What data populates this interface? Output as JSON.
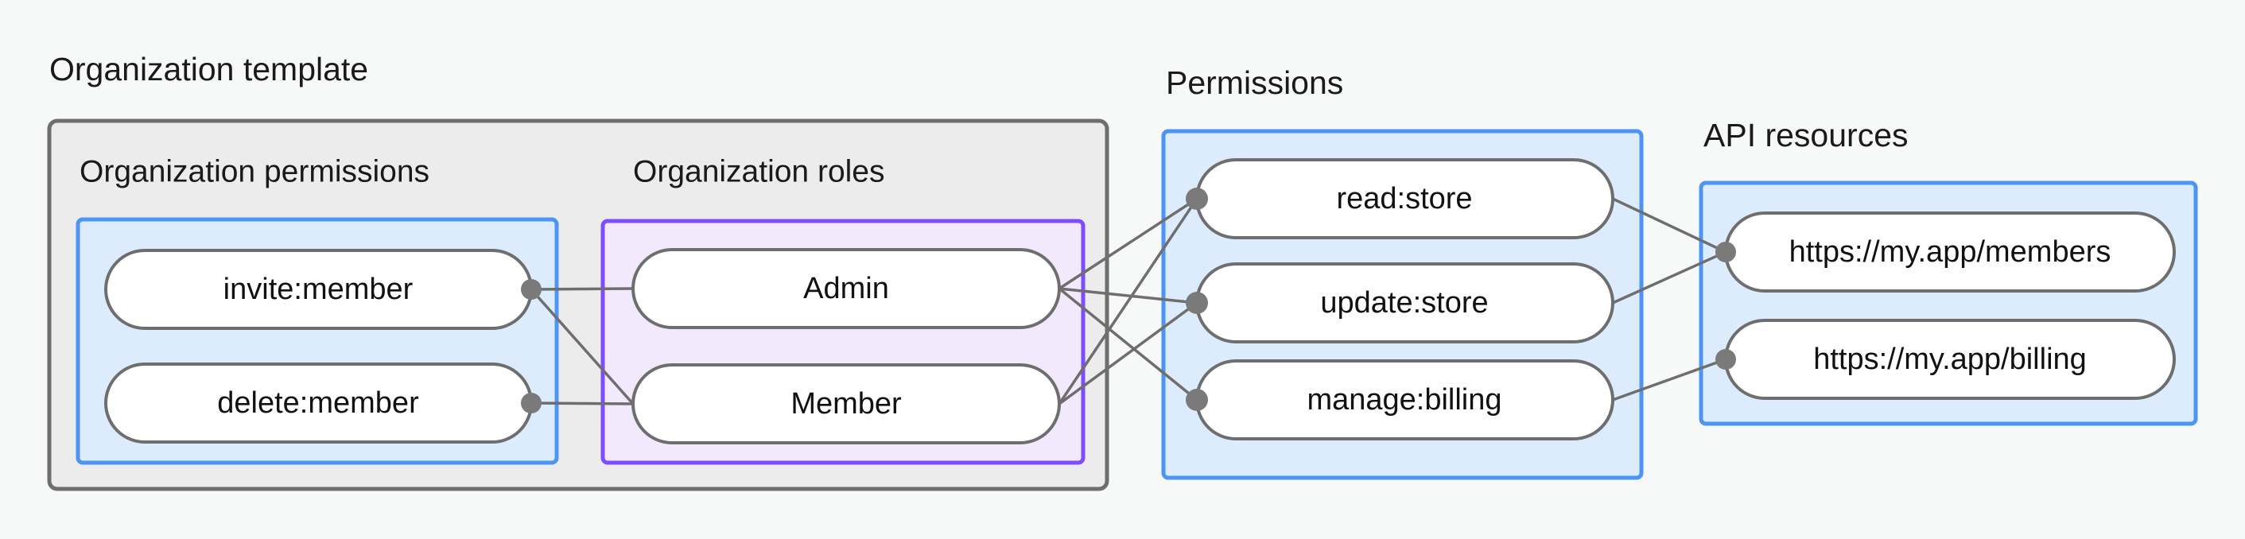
{
  "diagram": {
    "title_visible": false,
    "background_color": "#f7f8f8",
    "groups": [
      {
        "id": "organization-template",
        "label": "Organization template",
        "style": "outer-gray",
        "border_color": "#6e6e6e",
        "fill_color": "#ececec",
        "subgroups": [
          {
            "id": "organization-permissions",
            "label": "Organization permissions",
            "style": "blue",
            "border_color": "#4d94f5",
            "fill_color": "#dcecfd",
            "nodes": [
              {
                "id": "invite-member",
                "label": "invite:member"
              },
              {
                "id": "delete-member",
                "label": "delete:member"
              }
            ]
          },
          {
            "id": "organization-roles",
            "label": "Organization roles",
            "style": "purple",
            "border_color": "#7c4dff",
            "fill_color": "#f2e9fd",
            "nodes": [
              {
                "id": "admin",
                "label": "Admin"
              },
              {
                "id": "member",
                "label": "Member"
              }
            ]
          }
        ]
      },
      {
        "id": "permissions",
        "label": "Permissions",
        "style": "blue",
        "border_color": "#4d94f5",
        "fill_color": "#dcecfd",
        "nodes": [
          {
            "id": "read-store",
            "label": "read:store"
          },
          {
            "id": "update-store",
            "label": "update:store"
          },
          {
            "id": "manage-billing",
            "label": "manage:billing"
          }
        ]
      },
      {
        "id": "api-resources",
        "label": "API resources",
        "style": "blue",
        "border_color": "#4d94f5",
        "fill_color": "#dcecfd",
        "nodes": [
          {
            "id": "api-members",
            "label": "https://my.app/members"
          },
          {
            "id": "api-billing",
            "label": "https://my.app/billing"
          }
        ]
      }
    ],
    "edges": [
      {
        "from": "invite-member",
        "to": "admin"
      },
      {
        "from": "invite-member",
        "to": "member"
      },
      {
        "from": "delete-member",
        "to": "member"
      },
      {
        "from": "admin",
        "to": "read-store"
      },
      {
        "from": "admin",
        "to": "update-store"
      },
      {
        "from": "admin",
        "to": "manage-billing"
      },
      {
        "from": "member",
        "to": "read-store"
      },
      {
        "from": "member",
        "to": "update-store"
      },
      {
        "from": "read-store",
        "to": "api-members"
      },
      {
        "from": "update-store",
        "to": "api-members"
      },
      {
        "from": "manage-billing",
        "to": "api-billing"
      }
    ],
    "edge_color": "#6e6e6e",
    "node_fill": "#ffffff",
    "node_border": "#6e6e6e"
  }
}
